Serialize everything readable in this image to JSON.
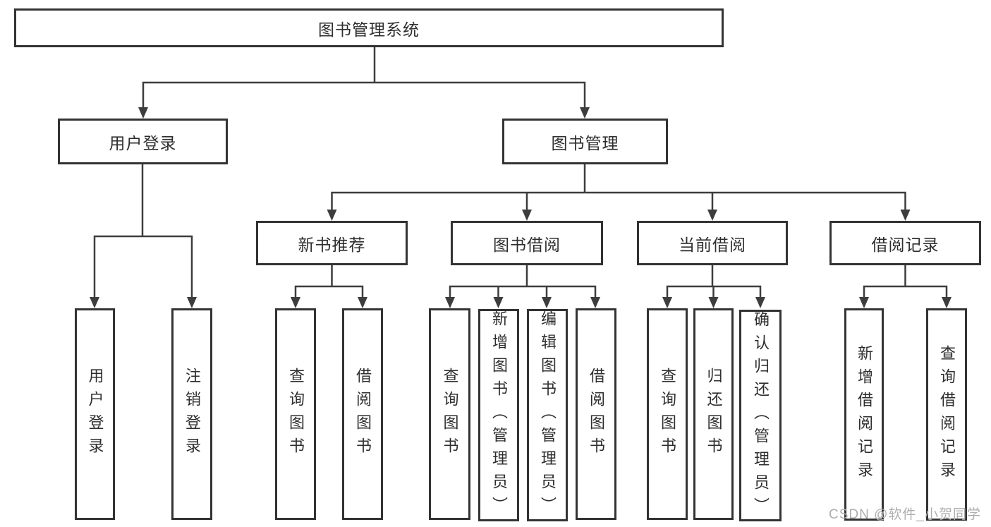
{
  "tree": {
    "label": "图书管理系统",
    "children": [
      {
        "label": "用户登录",
        "children": [
          {
            "label": "用户登录"
          },
          {
            "label": "注销登录"
          }
        ]
      },
      {
        "label": "图书管理",
        "children": [
          {
            "label": "新书推荐",
            "children": [
              {
                "label": "查询图书"
              },
              {
                "label": "借阅图书"
              }
            ]
          },
          {
            "label": "图书借阅",
            "children": [
              {
                "label": "查询图书"
              },
              {
                "label": "新增图书（管理员）"
              },
              {
                "label": "编辑图书（管理员）"
              },
              {
                "label": "借阅图书"
              }
            ]
          },
          {
            "label": "当前借阅",
            "children": [
              {
                "label": "查询图书"
              },
              {
                "label": "归还图书"
              },
              {
                "label": "确认归还（管理员）"
              }
            ]
          },
          {
            "label": "借阅记录",
            "children": [
              {
                "label": "新增借阅记录"
              },
              {
                "label": "查询借阅记录"
              }
            ]
          }
        ]
      }
    ]
  },
  "watermark": {
    "text": "CSDN @软件_小贺同学"
  },
  "colors": {
    "background": "#ffffff",
    "box_border": "#333333",
    "connector_line": "#3d3d3d",
    "text": "#2e2e2e",
    "watermark": "#aeaeae"
  }
}
